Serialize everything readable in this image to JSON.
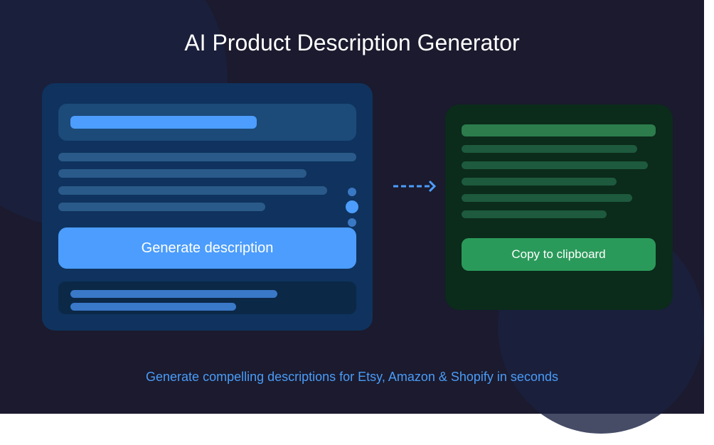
{
  "header": {
    "title": "AI Product Description Generator"
  },
  "input_card": {
    "generate_button_label": "Generate description",
    "colors": {
      "card": "#0f335e",
      "accent": "#4c9dfd",
      "line": "#2a5a8a"
    }
  },
  "output_card": {
    "copy_button_label": "Copy to clipboard",
    "colors": {
      "card": "#0b2b1b",
      "accent": "#2a9a5a",
      "line": "#1e5a3d"
    }
  },
  "tagline": "Generate compelling descriptions for Etsy, Amazon & Shopify in seconds",
  "icons": {
    "flow_arrow": "dashed-arrow-right-icon",
    "loading": "loading-dots-icon"
  }
}
